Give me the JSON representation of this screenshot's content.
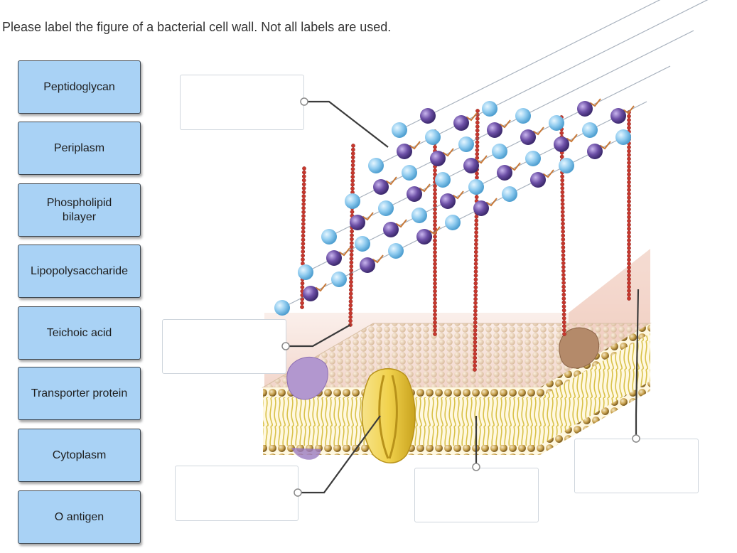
{
  "question": {
    "instruction": "Please label the figure of a bacterial cell wall. Not all labels are used."
  },
  "labels": [
    "Peptidoglycan",
    "Periplasm",
    "Phospholipid\nbilayer",
    "Lipopolysaccharide",
    "Teichoic acid",
    "Transporter protein",
    "Cytoplasm",
    "O antigen"
  ],
  "drop_targets": [
    "",
    "",
    "",
    "",
    ""
  ],
  "colors": {
    "label_card": "#a9d2f5",
    "light_bead": "#8fcbef",
    "dark_bead": "#6c4fa6",
    "teichoic_chain": "#c8382e",
    "head_group": "#c9a24e",
    "tail": "#d9c24a",
    "transporter": "#f1d24d"
  }
}
